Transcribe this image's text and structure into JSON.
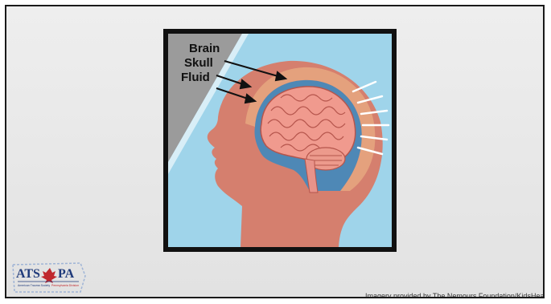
{
  "figure": {
    "labels": {
      "brain": "Brain",
      "skull": "Skull",
      "fluid": "Fluid"
    }
  },
  "logo": {
    "left_text": "ATS",
    "right_text": "PA",
    "sub_left": "American Trauma Society",
    "sub_right": "Pennsylvania Division"
  },
  "credit": "Imagery provided by The Nemours Foundation/KidsHealth"
}
